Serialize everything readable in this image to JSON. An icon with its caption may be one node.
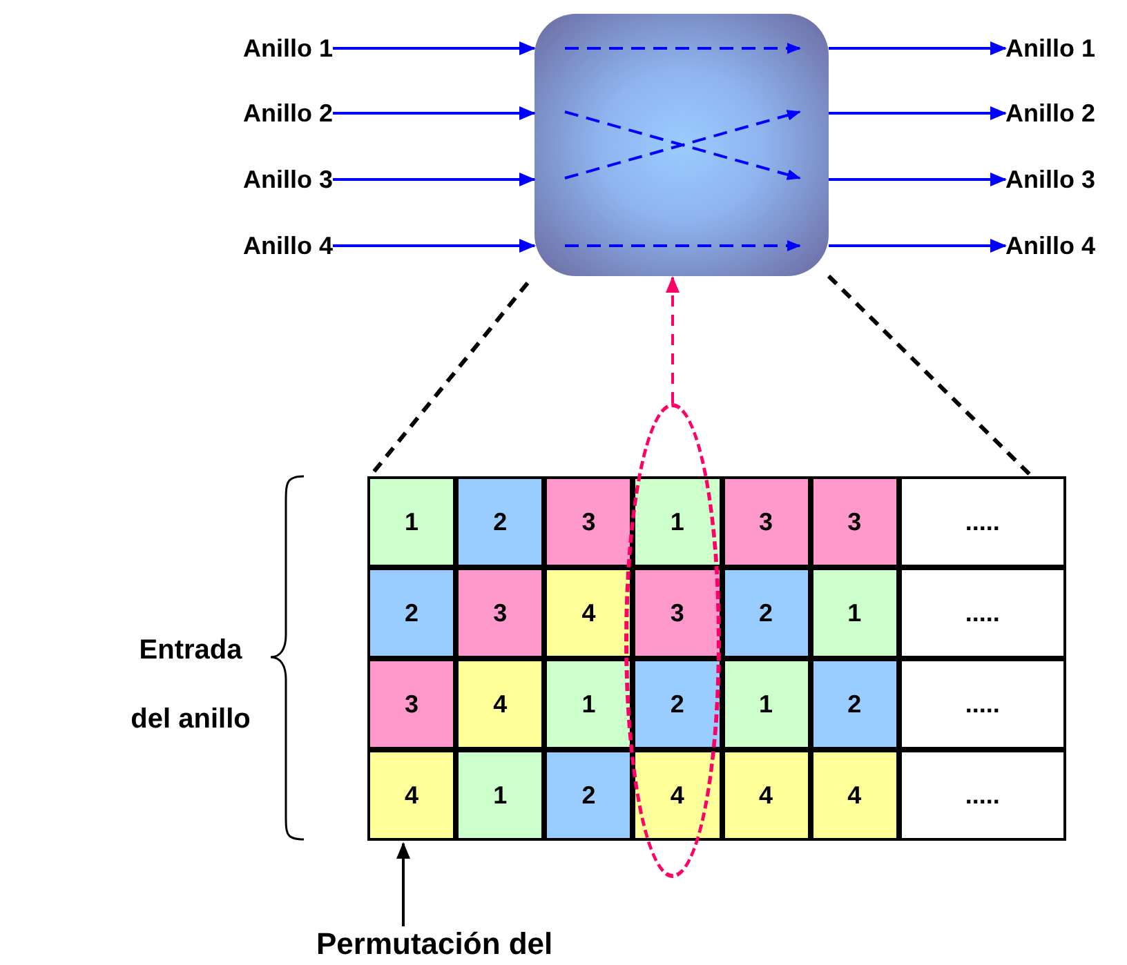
{
  "diagram": {
    "nodes": [
      {
        "text": [
          "Anillo 1"
        ]
      },
      {
        "text": [
          "Anillo 2"
        ]
      },
      {
        "text": [
          "Anillo 3"
        ]
      },
      {
        "text": [
          "Anillo 4"
        ]
      },
      {
        "text": [],
        "shape": "box"
      },
      {
        "text": [
          "Anillo 1"
        ]
      },
      {
        "text": [
          "Anillo 2"
        ]
      },
      {
        "text": [
          "Anillo 3"
        ]
      },
      {
        "text": [
          "Anillo 4"
        ]
      },
      {
        "text": [],
        "shape": "box"
      },
      {
        "text": [],
        "shape": "circle"
      },
      {
        "text": [
          "Permutación del"
        ]
      }
    ],
    "edges": [
      {
        "from": 0,
        "to": 4,
        "arrow": "to"
      },
      {
        "from": 1,
        "to": 4,
        "arrow": "to"
      },
      {
        "from": 2,
        "to": 4,
        "arrow": "to"
      },
      {
        "from": 3,
        "to": 4,
        "arrow": "to"
      },
      {
        "from": 4,
        "to": 5,
        "arrow": "to"
      },
      {
        "from": 4,
        "to": 6,
        "arrow": "to"
      },
      {
        "from": 4,
        "to": 7,
        "arrow": "to"
      },
      {
        "from": 4,
        "to": 8,
        "arrow": "to"
      },
      {
        "from": 4,
        "to": 9,
        "arrow": "none",
        "style": "dashed",
        "color": "#000000"
      },
      {
        "from": 4,
        "to": 9,
        "arrow": "none",
        "style": "dashed",
        "color": "#000000"
      },
      {
        "from": 10,
        "to": 4,
        "arrow": "to",
        "style": "dashed",
        "color": "#ff0066"
      },
      {
        "from": 11,
        "to": 9,
        "arrow": "to",
        "color": "#000000"
      }
    ],
    "labels": [
      "1",
      "2",
      "3",
      "1",
      "3",
      "3",
      ".....",
      "2",
      "3",
      "4",
      "3",
      "2",
      "1",
      ".....",
      "3",
      "4",
      "1",
      "2",
      "1",
      "2",
      ".....",
      "4",
      "1",
      "2",
      "4",
      "4",
      "4",
      ".....",
      "Entrada del anillo"
    ]
  }
}
